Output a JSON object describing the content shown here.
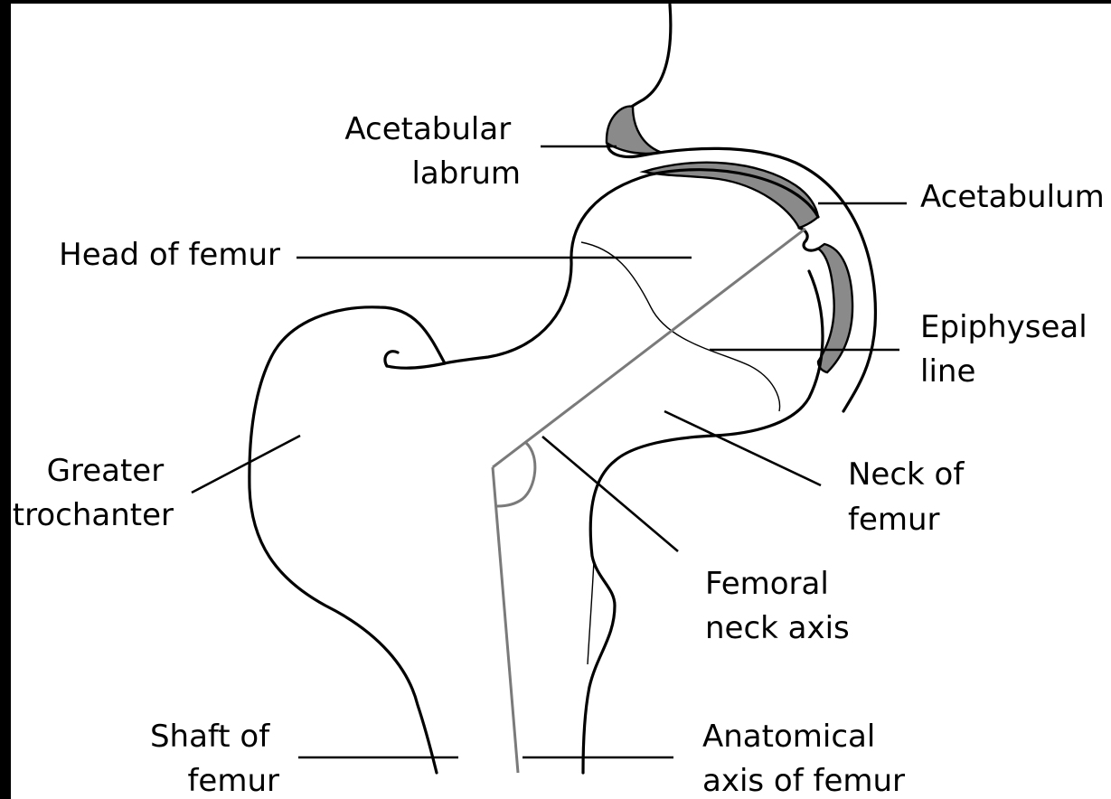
{
  "labels": {
    "acetabular_labrum": [
      "Acetabular",
      "labrum"
    ],
    "acetabulum": [
      "Acetabulum"
    ],
    "head_of_femur": [
      "Head of femur"
    ],
    "epiphyseal_line": [
      "Epiphyseal",
      "line"
    ],
    "greater_trochanter": [
      "Greater",
      "trochanter"
    ],
    "neck_of_femur": [
      "Neck of",
      "femur"
    ],
    "femoral_neck_axis": [
      "Femoral",
      "neck axis"
    ],
    "shaft_of_femur": [
      "Shaft of",
      "femur"
    ],
    "anatomical_axis": [
      "Anatomical",
      "axis of femur"
    ]
  },
  "colors": {
    "frame": "#000000",
    "background": "#ffffff",
    "ink": "#000000",
    "cartilage": "#8a8a8a",
    "axis": "#7a7a7a"
  }
}
